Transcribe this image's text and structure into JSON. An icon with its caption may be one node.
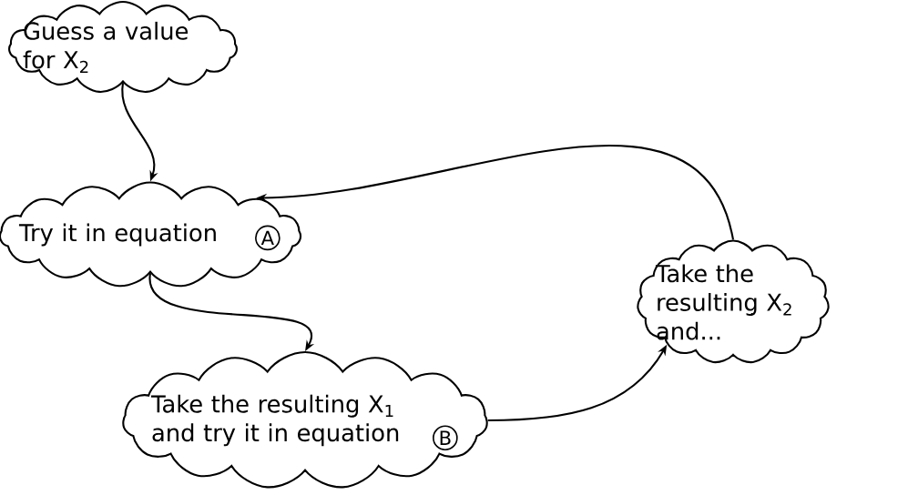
{
  "diagram": {
    "nodes": [
      {
        "text": [
          "Guess a value for X$_{2}$"
        ]
      },
      {
        "text": [
          "Try it in equation",
          "A"
        ]
      },
      {
        "text": [
          "Take the resulting X$_{2}$ and..."
        ]
      },
      {
        "text": [
          "Take the resulting X$_{1}$ and try it in equation",
          "B"
        ]
      }
    ],
    "edges": [
      {
        "from": 0,
        "to": 1,
        "arrow": "to"
      },
      {
        "from": 1,
        "to": 3,
        "arrow": "to"
      },
      {
        "from": 3,
        "to": 2,
        "arrow": "to"
      },
      {
        "from": 2,
        "to": 1,
        "arrow": "to"
      }
    ]
  }
}
